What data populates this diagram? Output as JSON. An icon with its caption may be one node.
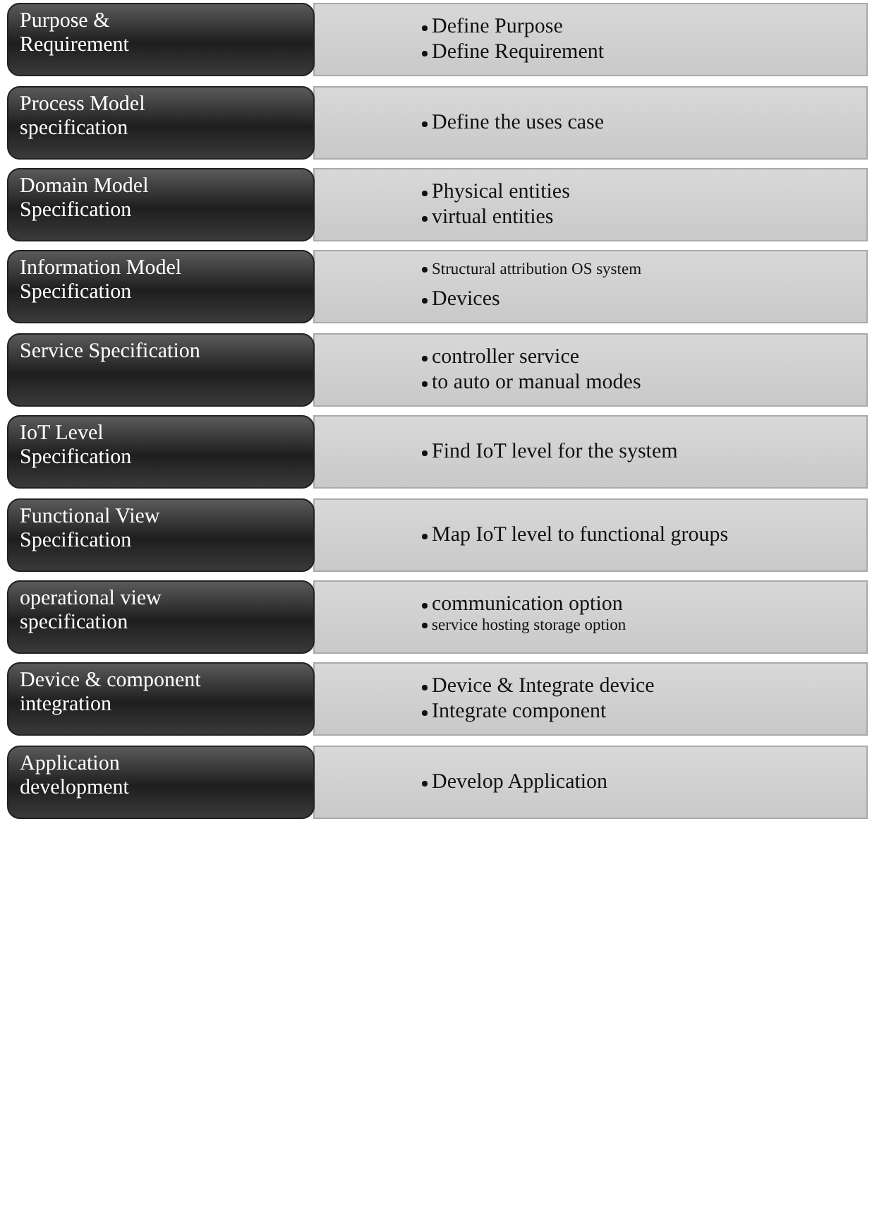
{
  "diagram": {
    "nodes": [
      {
        "text": [
          "Purpose & Requirement"
        ]
      },
      {
        "text": [
          "Define Purpose",
          "Define Requirement"
        ]
      },
      {
        "text": [
          "Process Model specification"
        ]
      },
      {
        "text": [
          "Define the uses case"
        ]
      },
      {
        "text": [
          "Domain Model Specification"
        ]
      },
      {
        "text": [
          "Physical entities",
          "virtual entities"
        ]
      },
      {
        "text": [
          "Information Model Specification"
        ]
      },
      {
        "text": [
          "Structural attribution OS system",
          "Devices"
        ]
      },
      {
        "text": [
          "Service Specification"
        ]
      },
      {
        "text": [
          "controller service",
          "to auto or manual modes"
        ]
      },
      {
        "text": [
          "IoT Level Specification"
        ]
      },
      {
        "text": [
          "Find IoT level for the system"
        ]
      },
      {
        "text": [
          "Functional View Specification"
        ]
      },
      {
        "text": [
          "Map IoT level to functional groups"
        ]
      },
      {
        "text": [
          "operational view specification"
        ]
      },
      {
        "text": [
          "communication option",
          "service hosting storage option"
        ]
      },
      {
        "text": [
          "Device & component integration"
        ]
      },
      {
        "text": [
          "Device & Integrate device",
          "Integrate component"
        ]
      },
      {
        "text": [
          "Application development"
        ]
      },
      {
        "text": [
          "Develop Application"
        ]
      }
    ],
    "edges": []
  }
}
